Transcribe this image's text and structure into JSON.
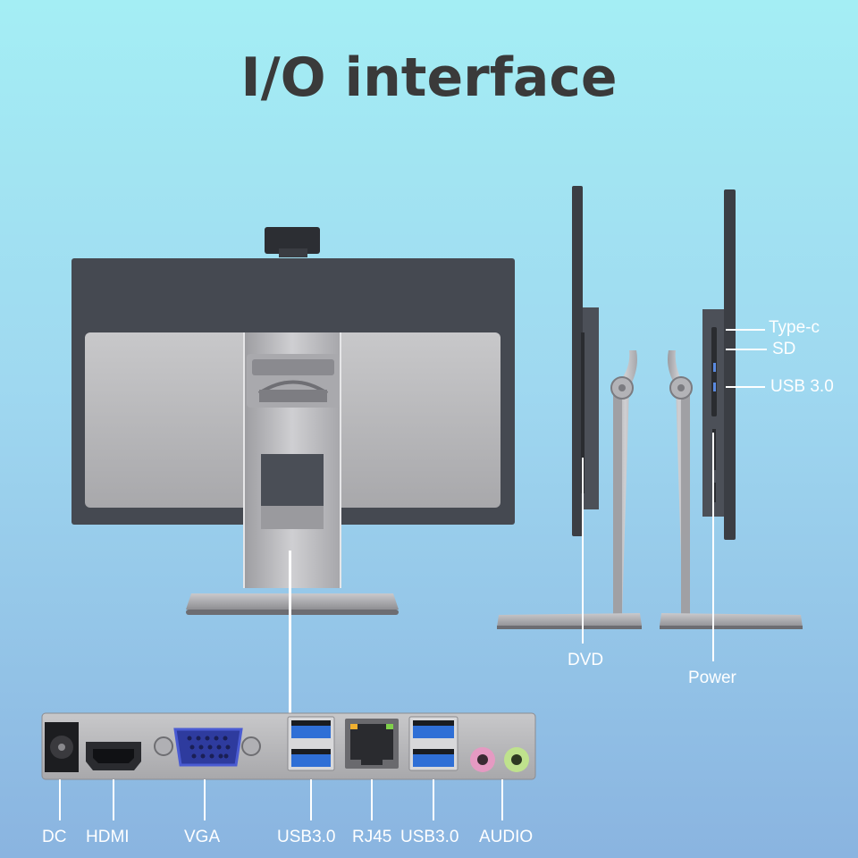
{
  "title": "I/O interface",
  "side_labels": {
    "type_c": "Type-c",
    "sd": "SD",
    "usb30": "USB 3.0",
    "dvd": "DVD",
    "power": "Power"
  },
  "port_labels": {
    "dc": "DC",
    "hdmi": "HDMI",
    "vga": "VGA",
    "usb_left": "USB3.0",
    "rj45": "RJ45",
    "usb_right": "USB3.0",
    "audio": "AUDIO"
  },
  "colors": {
    "bg_top": "#a4eef4",
    "bg_bottom": "#8ab4e0",
    "monitor_dark": "#444850",
    "panel_silver": "#b8b8ba",
    "usb_blue": "#2f6fd6",
    "vga_blue": "#3d55c8",
    "audio_pink": "#e59ac2",
    "audio_green": "#bfe28d"
  }
}
